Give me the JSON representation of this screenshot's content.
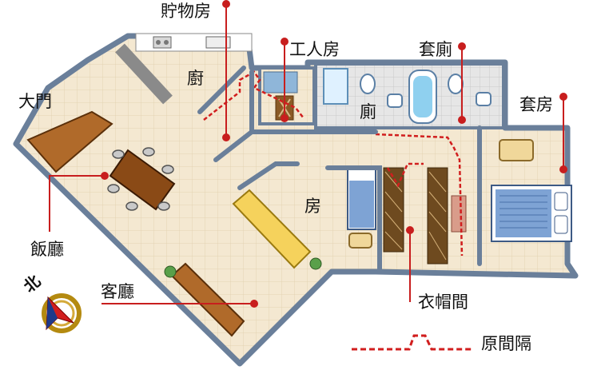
{
  "labels": {
    "storage": "貯物房",
    "kitchen": "廚",
    "helper_room": "工人房",
    "ensuite_toilet": "套廁",
    "entrance": "大門",
    "toilet": "廁",
    "master_bedroom": "套房",
    "room": "房",
    "dining": "飯廳",
    "living": "客廳",
    "walk_in_closet": "衣帽間"
  },
  "legend": {
    "original_partition": "原間隔"
  },
  "compass": {
    "north_label": "北"
  },
  "colors": {
    "floor": "#f3e7cf",
    "wall": "#6a7f9a",
    "marker": "#c81e1e",
    "wood": "#b06a2a"
  }
}
